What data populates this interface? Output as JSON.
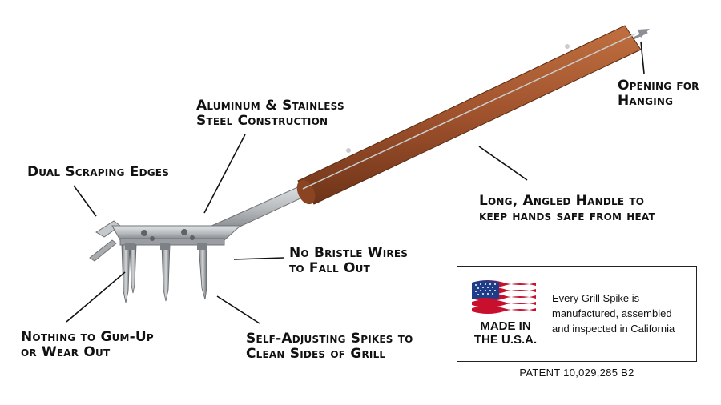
{
  "callouts": {
    "hanging": [
      "Opening for",
      "Hanging"
    ],
    "construction": [
      "Aluminum & Stainless",
      "Steel Construction"
    ],
    "scraping": [
      "Dual Scraping Edges"
    ],
    "handle": [
      "Long, Angled Handle to",
      "keep hands safe from heat"
    ],
    "bristle": [
      "No Bristle Wires",
      "to Fall Out"
    ],
    "gum": [
      "Nothing to Gum-Up",
      "or Wear Out"
    ],
    "spikes": [
      "Self-Adjusting Spikes to",
      "Clean Sides of Grill"
    ]
  },
  "badge": {
    "made_line1": "MADE IN",
    "made_line2": "THE U.S.A.",
    "text_line1": "Every Grill Spike is",
    "text_line2": "manufactured, assembled",
    "text_line3": "and inspected in California"
  },
  "patent": "PATENT 10,029,285 B2",
  "colors": {
    "wood": "#a0522d",
    "wood_dark": "#6e3418",
    "steel": "#b8bcbf",
    "steel_dark": "#6f7377",
    "flag_red": "#c8102e",
    "flag_blue": "#1f3c88"
  }
}
